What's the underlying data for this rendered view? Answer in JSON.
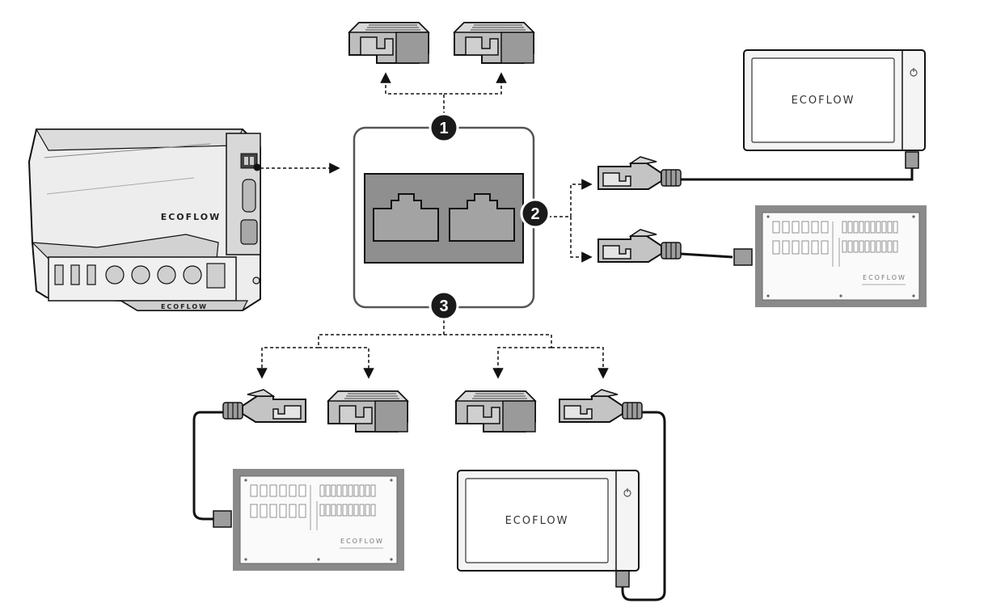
{
  "diagram": {
    "brand_text": "ECOFLOW",
    "step_numbers": [
      "1",
      "2",
      "3"
    ],
    "colors": {
      "line": "#111111",
      "panel_fill": "#8f8f8f",
      "port_fill": "#a3a3a3",
      "frame_gray": "#8a8a8a",
      "badge": "#1a1a1a",
      "badge_text": "#ffffff"
    },
    "icons": {
      "power_kit": "inverter-hub-icon",
      "port_panel": "rj45-dual-port-icon",
      "smart_panel": "smart-panel-icon",
      "console": "console-display-icon",
      "terminator": "terminator-plug-icon",
      "cable": "rj45-cable-plug-icon"
    }
  }
}
